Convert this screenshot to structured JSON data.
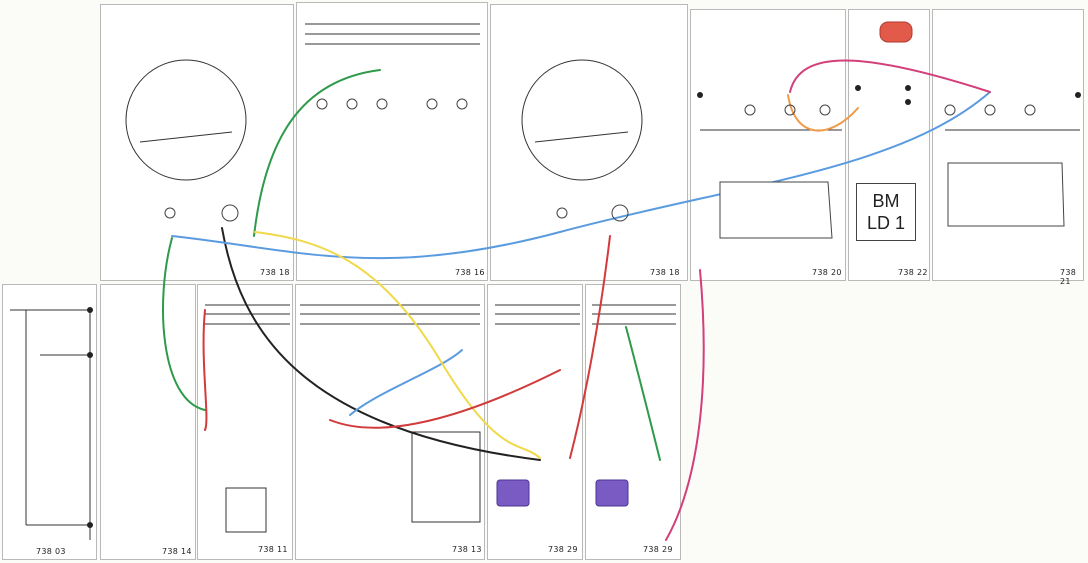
{
  "panels": [
    {
      "code": "738 03"
    },
    {
      "code": "738 14"
    },
    {
      "code": "738 11"
    },
    {
      "code": "738 13"
    },
    {
      "code": "738 29"
    },
    {
      "code": "738 29"
    },
    {
      "code": "738 18"
    },
    {
      "code": "738 16"
    },
    {
      "code": "738 18"
    },
    {
      "code": "738 20"
    },
    {
      "code": "738 22"
    },
    {
      "code": "738 21"
    }
  ],
  "display_label": {
    "line1": "BM",
    "line2": "LD 1"
  },
  "colors": {
    "wire_black": "#222222",
    "wire_green": "#2e9a4a",
    "wire_blue": "#5a9be0",
    "wire_yellow": "#f0d94a",
    "wire_red": "#d23b3b",
    "wire_magenta": "#d23f7a",
    "wire_orange": "#f09a4a",
    "relay_purple": "#7a5bc4",
    "lamp_red": "#e25a4a"
  }
}
